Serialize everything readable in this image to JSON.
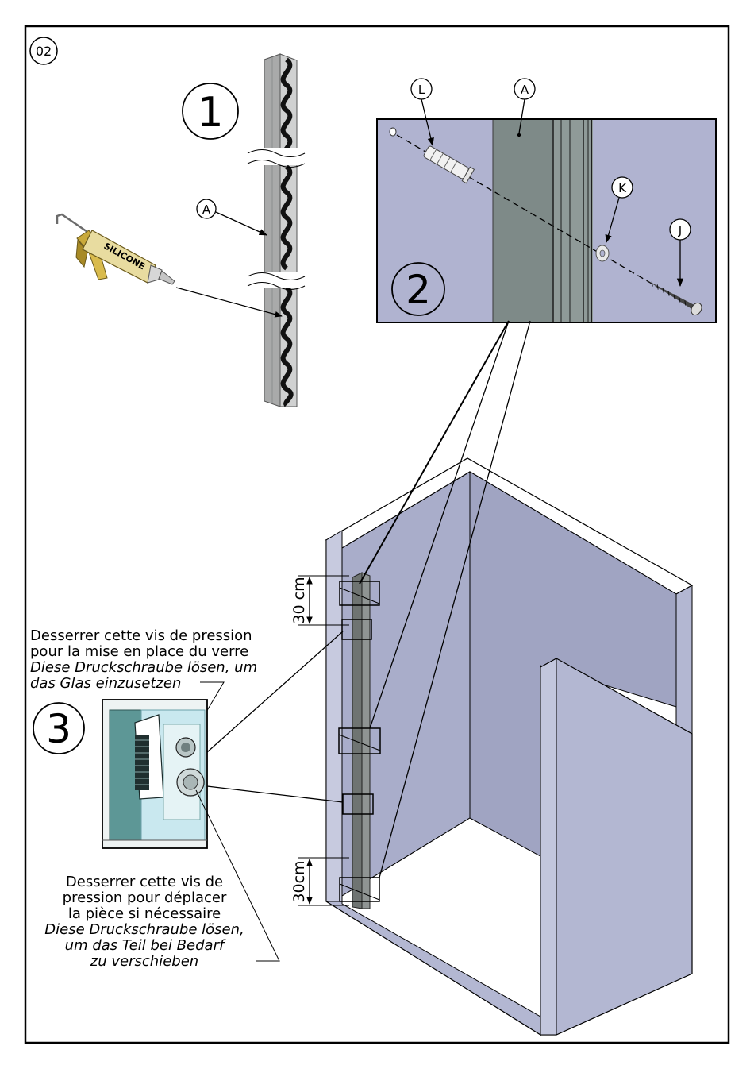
{
  "page_number": "02",
  "steps": {
    "one": "1",
    "two": "2",
    "three": "3"
  },
  "callouts": {
    "A": "A",
    "L": "L",
    "K": "K",
    "J": "J"
  },
  "caulk_label": "SILICONE",
  "dimensions": {
    "top": "30 cm",
    "bottom": "30cm"
  },
  "note_top": {
    "fr1": "Desserrer cette vis de pression",
    "fr2": "pour la mise en place du verre",
    "de1": "Diese Druckschraube lösen, um",
    "de2": "das Glas einzusetzen"
  },
  "note_bottom": {
    "fr1": "Desserrer cette vis de",
    "fr2": "pression pour déplacer",
    "fr3": "la pièce si nécessaire",
    "de1": "Diese Druckschraube lösen,",
    "de2": "um das Teil bei Bedarf",
    "de3": "zu verschieben"
  },
  "colors": {
    "wall": "#b3b7d2",
    "wall_dark": "#a2a6c2",
    "profile": "#7e8a88",
    "panel": "#b0b3d0",
    "glass_teal": "#5d9796",
    "glass_light": "#c9e8ef"
  }
}
